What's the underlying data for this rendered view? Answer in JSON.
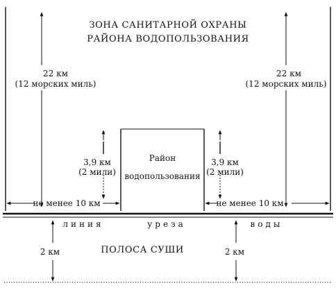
{
  "diagram": {
    "zone_title_line1": "ЗОНА САНИТАРНОЙ ОХРАНЫ",
    "zone_title_line2": "РАЙОНА ВОДОПОЛЬЗОВАНИЯ",
    "left_distance": "22 км",
    "left_distance_sub": "(12 морских миль)",
    "right_distance": "22 км",
    "right_distance_sub": "(12 морских миль)",
    "inner_left_distance": "3,9 км",
    "inner_left_distance_sub": "(2 мили)",
    "inner_right_distance": "3,9 км",
    "inner_right_distance_sub": "(2 мили)",
    "area_label_line1": "Район",
    "area_label_line2": "водопользования",
    "bottom_left_min": "не менее 10 км",
    "bottom_right_min": "не менее 10 км",
    "shoreline_word1": "линия",
    "shoreline_word2": "уреза",
    "shoreline_word3": "воды",
    "land_strip_label": "ПОЛОСА СУШИ",
    "land_left_distance": "2 км",
    "land_right_distance": "2 км"
  }
}
